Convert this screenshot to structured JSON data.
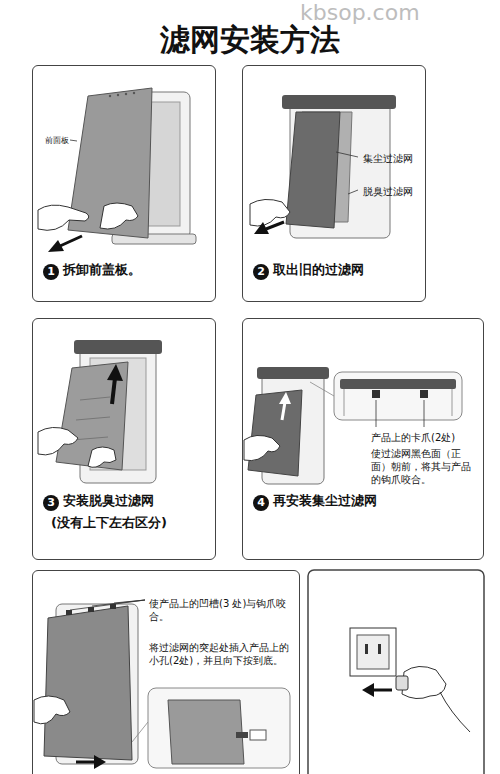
{
  "diagram": {
    "title": "滤网安装方法",
    "nodes": [
      {
        "text": [
          "前面板",
          "拆卸前盖板。"
        ]
      },
      {
        "text": [
          "1"
        ],
        "in": 0
      },
      {
        "text": [
          "集尘过滤网",
          "脱臭过滤网",
          "取出旧的过滤网"
        ]
      },
      {
        "text": [
          "2"
        ],
        "in": 2
      },
      {
        "text": [
          "安装脱臭过滤网",
          "(没有上下左右区分)"
        ]
      },
      {
        "text": [
          "3"
        ],
        "in": 4
      },
      {
        "text": [
          "产品上的卡爪(2处)",
          "使过滤网黑色面（正面）朝前，将其与产品的钩爪咬合。",
          "再安装集尘过滤网"
        ]
      },
      {
        "text": [
          "4"
        ],
        "in": 6
      },
      {
        "text": [
          "使产品上的凹槽(3 处)与钩爪咬合。",
          "将过滤网的突起处插入产品上的小孔(2处)，并且向下按到底。"
        ]
      }
    ],
    "labels": [
      "kbsop.com"
    ]
  }
}
